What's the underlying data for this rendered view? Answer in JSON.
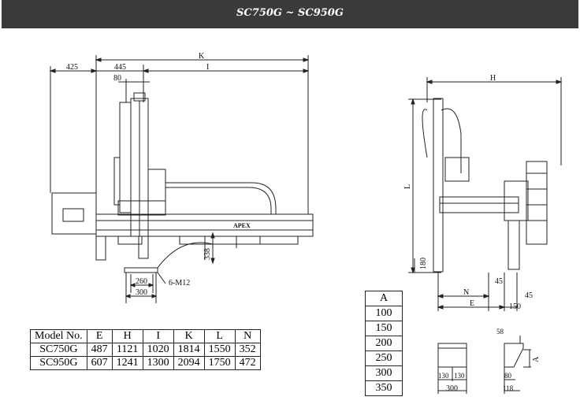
{
  "title": "SC750G ~ SC950G",
  "front_view": {
    "dims": {
      "d425": "425",
      "d445": "445",
      "d80": "80",
      "K": "K",
      "I": "I",
      "d338": "338",
      "d260": "260",
      "d300": "300",
      "m12": "6-M12"
    },
    "brand": "APEX"
  },
  "side_view": {
    "dims": {
      "H": "H",
      "L": "L",
      "d180": "180",
      "N": "N",
      "E": "E",
      "d45a": "45",
      "d45b": "45",
      "d150": "150"
    }
  },
  "detail_views": {
    "dims": {
      "d130a": "130",
      "d130b": "130",
      "d300": "300",
      "d58": "58",
      "A": "A",
      "d80": "80",
      "d118": "118"
    }
  },
  "spec_table": {
    "headers": [
      "Model No.",
      "E",
      "H",
      "I",
      "K",
      "L",
      "N"
    ],
    "rows": [
      [
        "SC750G",
        "487",
        "1121",
        "1020",
        "1814",
        "1550",
        "352"
      ],
      [
        "SC950G",
        "607",
        "1241",
        "1300",
        "2094",
        "1750",
        "472"
      ]
    ]
  },
  "a_table": {
    "header": "A",
    "values": [
      "100",
      "150",
      "200",
      "250",
      "300",
      "350"
    ]
  }
}
